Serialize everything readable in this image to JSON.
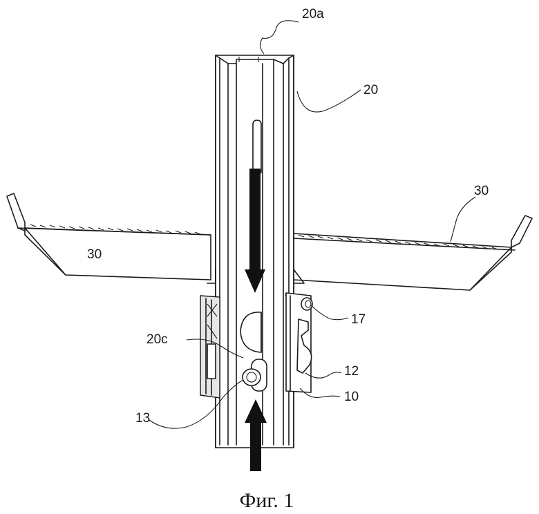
{
  "labels": {
    "l20a": "20a",
    "l20": "20",
    "l30_right": "30",
    "l30_left": "30",
    "l17": "17",
    "l20c": "20c",
    "l12": "12",
    "l10": "10",
    "l13": "13"
  },
  "caption": "Фиг. 1"
}
